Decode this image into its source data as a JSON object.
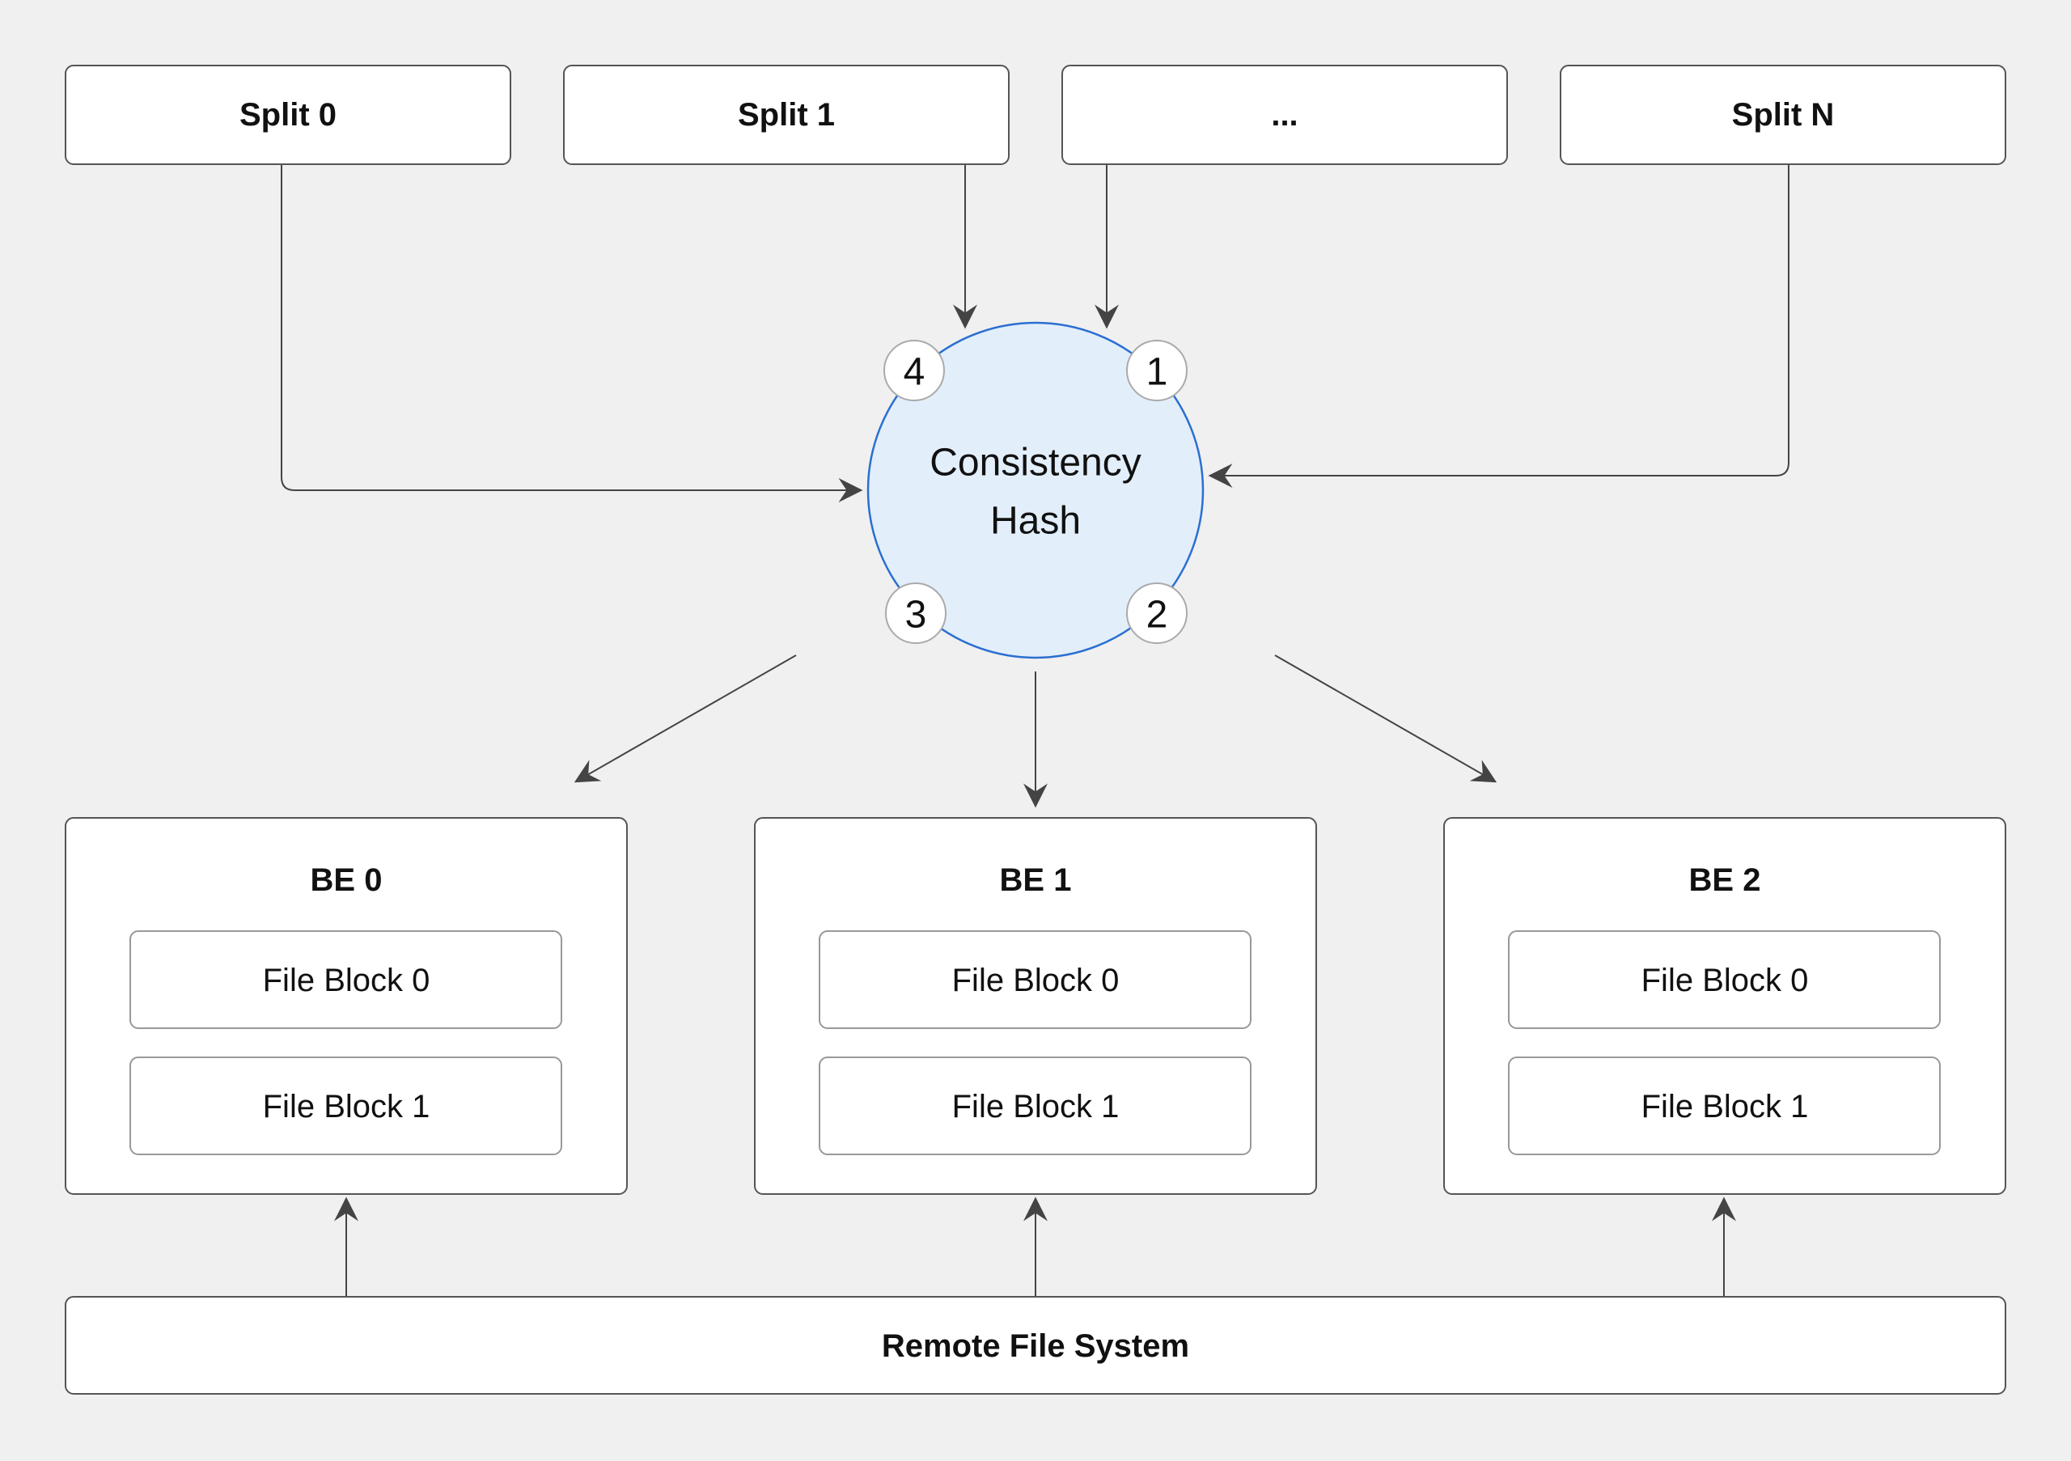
{
  "splits": [
    {
      "label": "Split 0"
    },
    {
      "label": "Split 1"
    },
    {
      "label": "..."
    },
    {
      "label": "Split N"
    }
  ],
  "hash": {
    "line1": "Consistency",
    "line2": "Hash",
    "fill_color": "#e3eefb",
    "stroke_color": "#2a6fd1",
    "nodes": [
      "4",
      "1",
      "3",
      "2"
    ]
  },
  "backends": [
    {
      "title": "BE 0",
      "blocks": [
        "File Block 0",
        "File Block 1"
      ]
    },
    {
      "title": "BE 1",
      "blocks": [
        "File Block 0",
        "File Block 1"
      ]
    },
    {
      "title": "BE 2",
      "blocks": [
        "File Block 0",
        "File Block 1"
      ]
    }
  ],
  "storage": {
    "label": "Remote File System"
  }
}
